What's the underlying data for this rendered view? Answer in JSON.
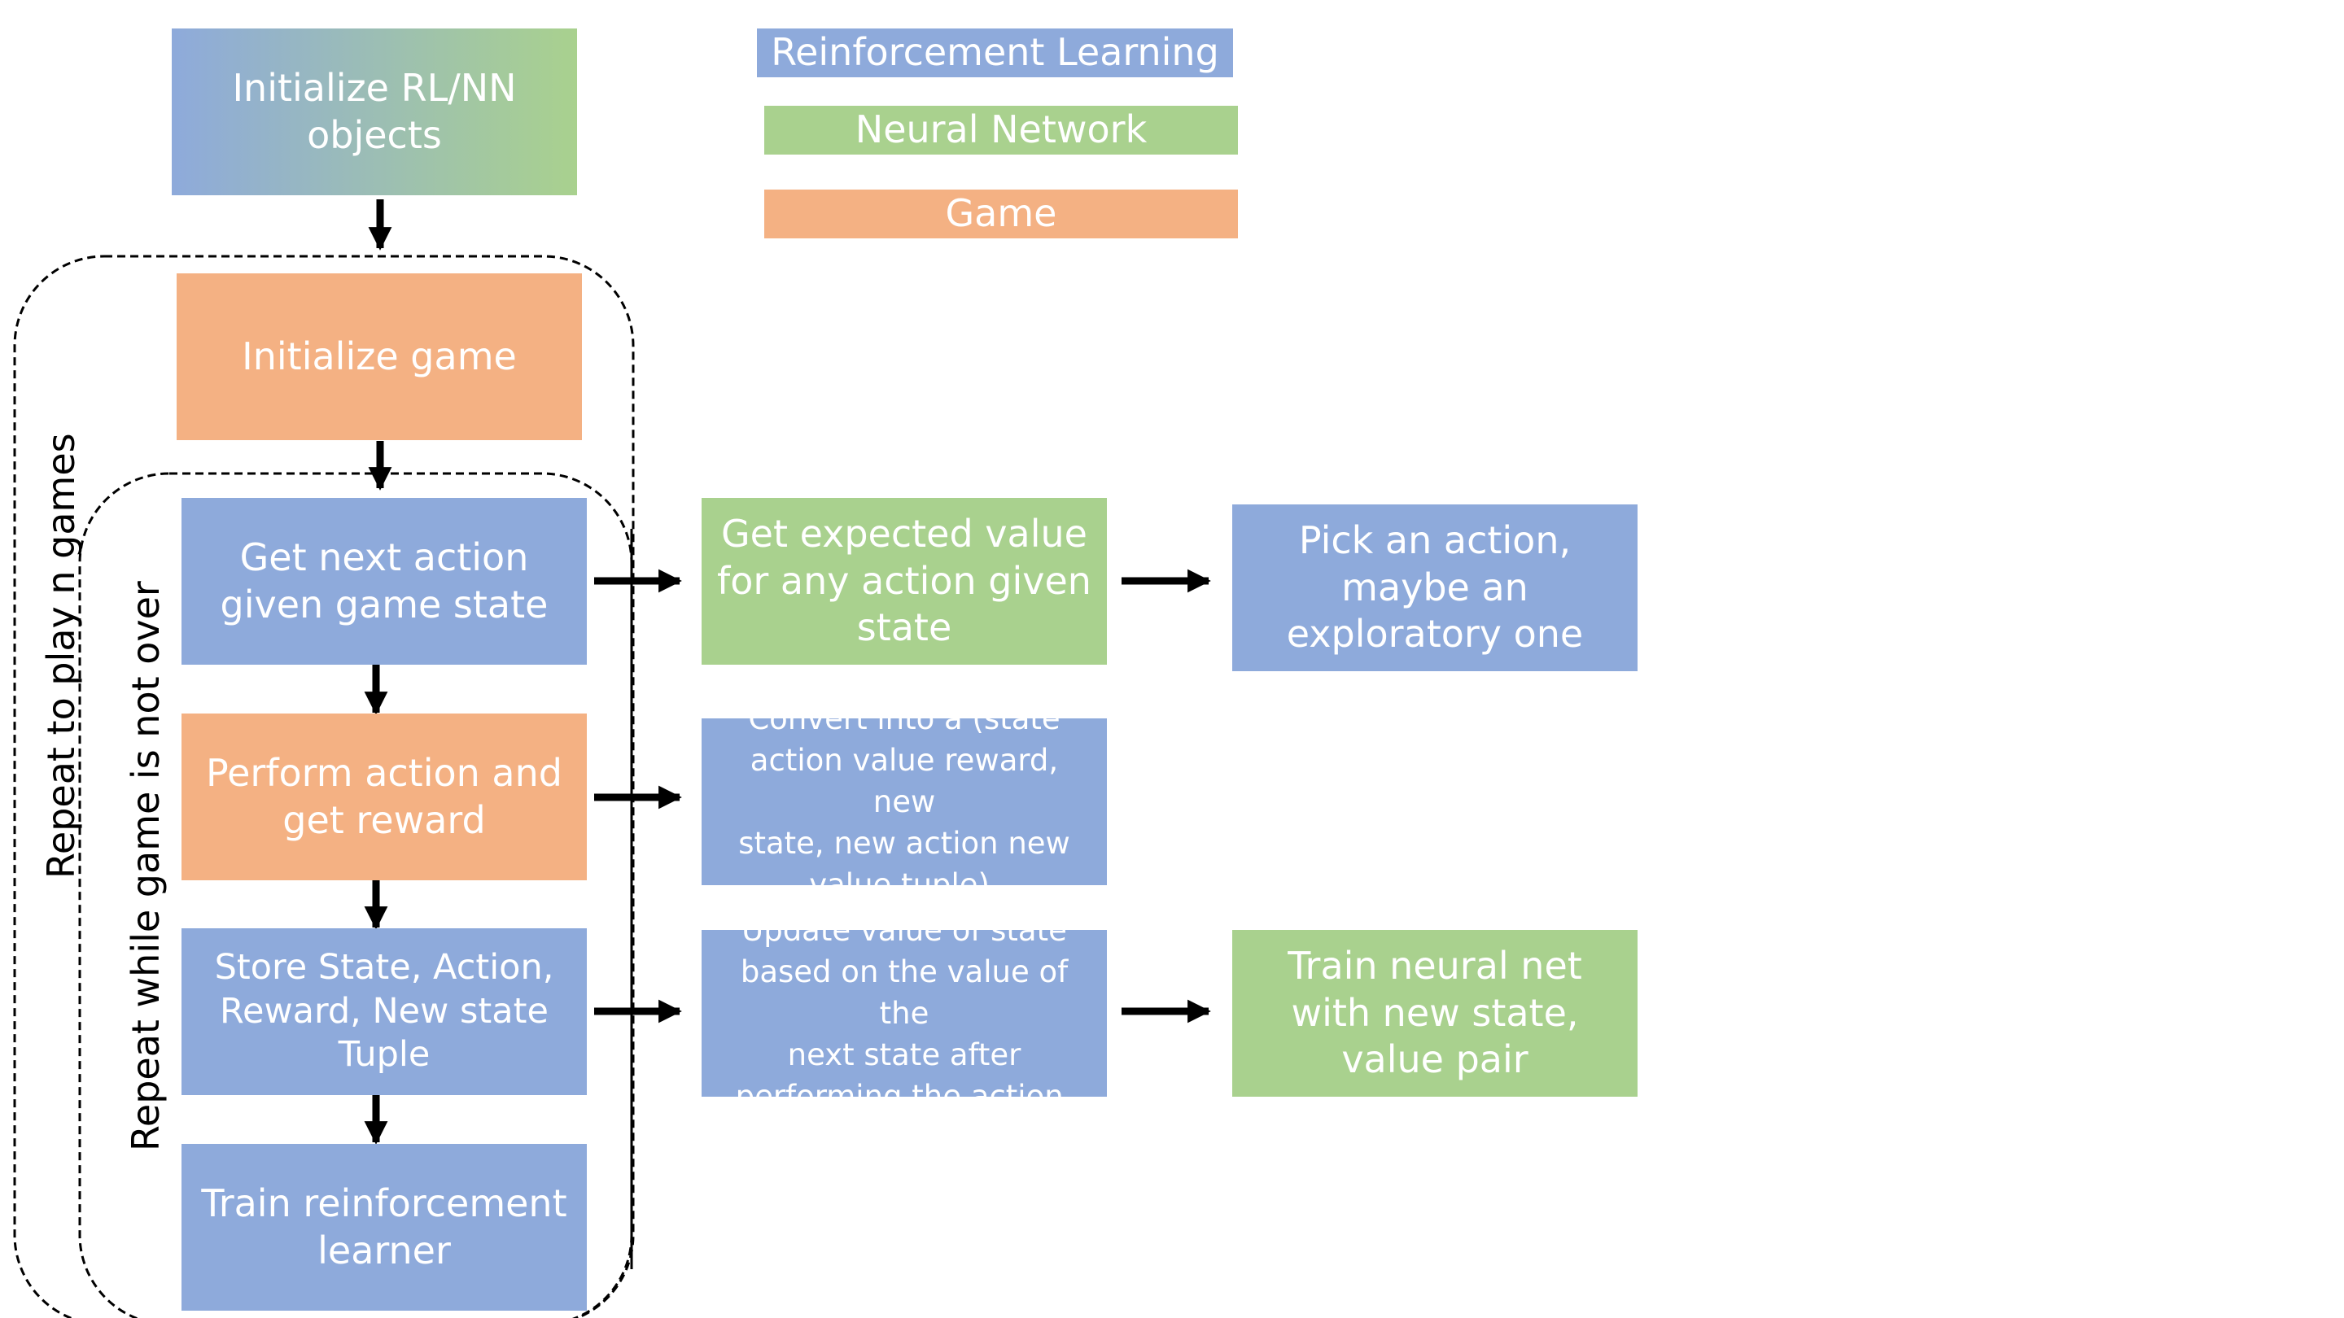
{
  "legend": {
    "rl": "Reinforcement Learning",
    "nn": "Neural Network",
    "game": "Game"
  },
  "colors": {
    "rl": "#8eaadb",
    "nn": "#a9d18e",
    "game": "#f4b183"
  },
  "boxes": {
    "init_objects": "Initialize RL/NN\nobjects",
    "init_game": "Initialize game",
    "get_next_action": "Get  next action\ngiven game state",
    "perform_action": "Perform action and\nget reward",
    "store_state": "Store State, Action,\nReward, New state\nTuple",
    "train_rl": "Train reinforcement\nlearner",
    "get_expected_value": "Get expected value\nfor any action given\nstate",
    "pick_action": "Pick an action,\nmaybe an\nexploratory one",
    "convert_tuple": "Convert into a (state\naction value reward, new\nstate, new action new\nvalue tuple).",
    "update_value": "Update value of state\nbased on the value of the\nnext state after\nperforming the action.",
    "train_nn": "Train neural net\nwith new state,\nvalue pair"
  },
  "loops": {
    "outer": "Repeat to play n games",
    "inner": "Repeat while game is not over"
  }
}
